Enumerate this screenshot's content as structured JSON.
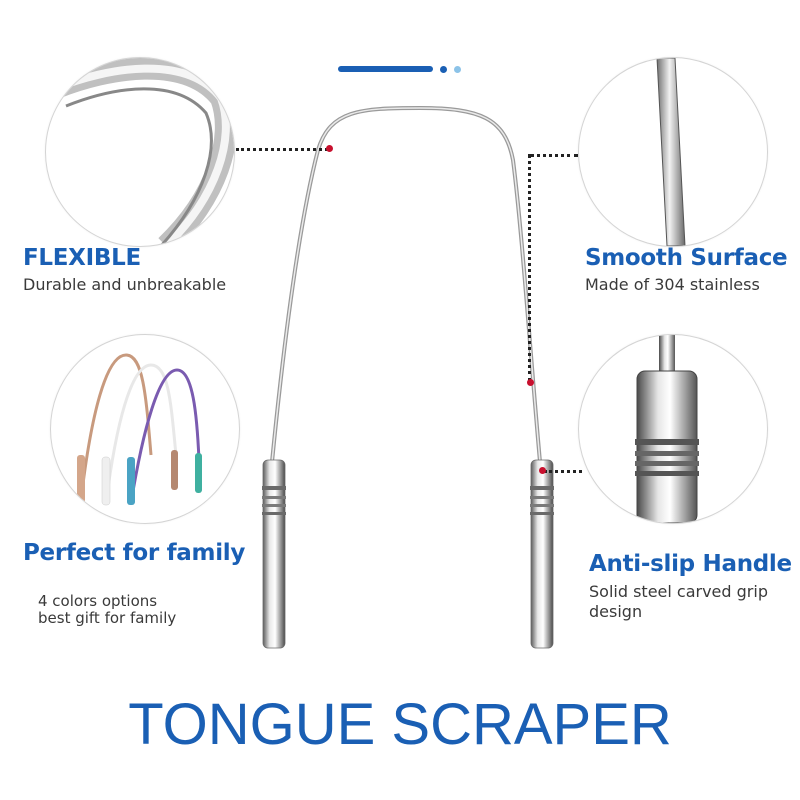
{
  "colors": {
    "accent": "#1a5fb4",
    "indicator": "#1a5fb4",
    "marker": "#c8102e"
  },
  "features": {
    "flexible": {
      "title": "FLEXIBLE",
      "subtitle": "Durable and unbreakable"
    },
    "smooth": {
      "title": "Smooth Surface",
      "subtitle": "Made of 304 stainless"
    },
    "family": {
      "title": "Perfect for family",
      "line1": "4 colors options",
      "line2": "best gift for family"
    },
    "handle": {
      "title": "Anti-slip Handle",
      "line1": "Solid steel carved grip",
      "line2": "design"
    }
  },
  "product": {
    "title": "TONGUE SCRAPER"
  },
  "icons": [
    "bent-edge-closeup",
    "rod-closeup",
    "color-variants",
    "handle-closeup"
  ]
}
